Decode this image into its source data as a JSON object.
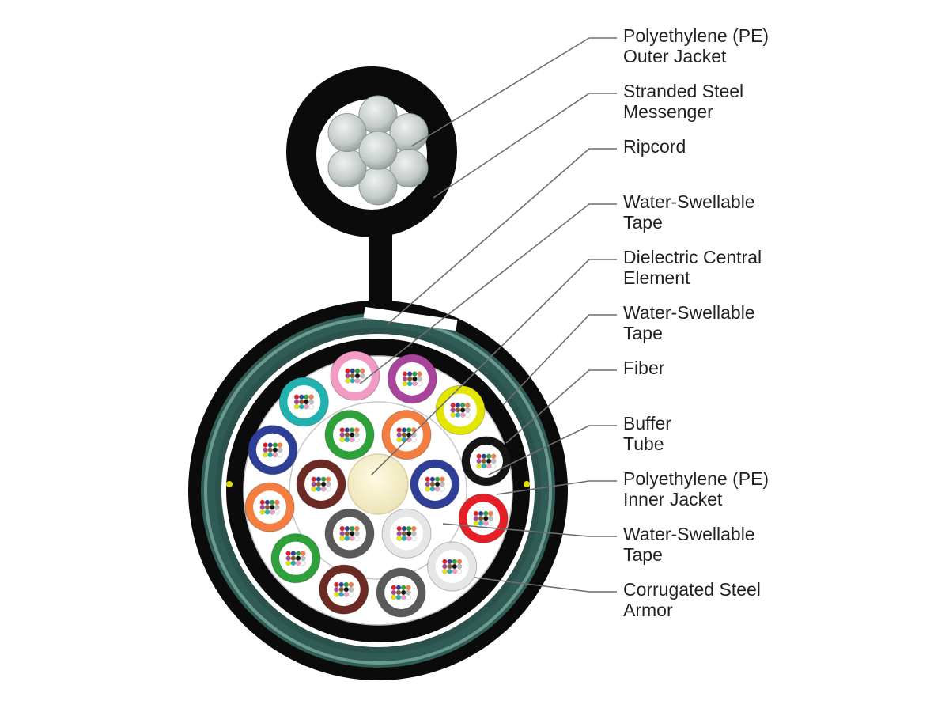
{
  "colors": {
    "jacket": "#0b0b0b",
    "armor": "#2f5c55",
    "armor_highlight": "#6c9a90",
    "tape": "#ffffff",
    "steel_wire": "#c9cfcc",
    "central_element": "#f7f1c8",
    "leader_line": "#6d6e71",
    "text": "#231f20"
  },
  "buffer_tube_colors": {
    "outer_ring": [
      "#a8449a",
      "#e2e600",
      "#151515",
      "#e61e25",
      "#e6e6e6",
      "#5a5a5a",
      "#6b2a23",
      "#2fa13a",
      "#f47d40",
      "#2f3f98",
      "#22b1b1",
      "#f19ac3"
    ],
    "inner_ring": [
      "#f47d40",
      "#2f3f98",
      "#e6e6e6",
      "#5a5a5a",
      "#6b2a23",
      "#2fa13a"
    ]
  },
  "labels": [
    {
      "name": "pe-outer-jacket",
      "lines": [
        "Polyethylene (PE)",
        "Outer Jacket"
      ]
    },
    {
      "name": "stranded-steel-messenger",
      "lines": [
        "Stranded Steel",
        "Messenger"
      ]
    },
    {
      "name": "ripcord",
      "lines": [
        "Ripcord"
      ]
    },
    {
      "name": "water-swellable-tape-1",
      "lines": [
        "Water-Swellable",
        "Tape"
      ]
    },
    {
      "name": "dielectric-central-element",
      "lines": [
        "Dielectric Central",
        "Element"
      ]
    },
    {
      "name": "water-swellable-tape-2",
      "lines": [
        "Water-Swellable",
        "Tape"
      ]
    },
    {
      "name": "fiber",
      "lines": [
        "Fiber"
      ]
    },
    {
      "name": "buffer-tube",
      "lines": [
        "Buffer",
        "Tube"
      ]
    },
    {
      "name": "pe-inner-jacket",
      "lines": [
        "Polyethylene (PE)",
        "Inner Jacket"
      ]
    },
    {
      "name": "water-swellable-tape-3",
      "lines": [
        "Water-Swellable",
        "Tape"
      ]
    },
    {
      "name": "corrugated-steel-armor",
      "lines": [
        "Corrugated Steel",
        "Armor"
      ]
    }
  ]
}
